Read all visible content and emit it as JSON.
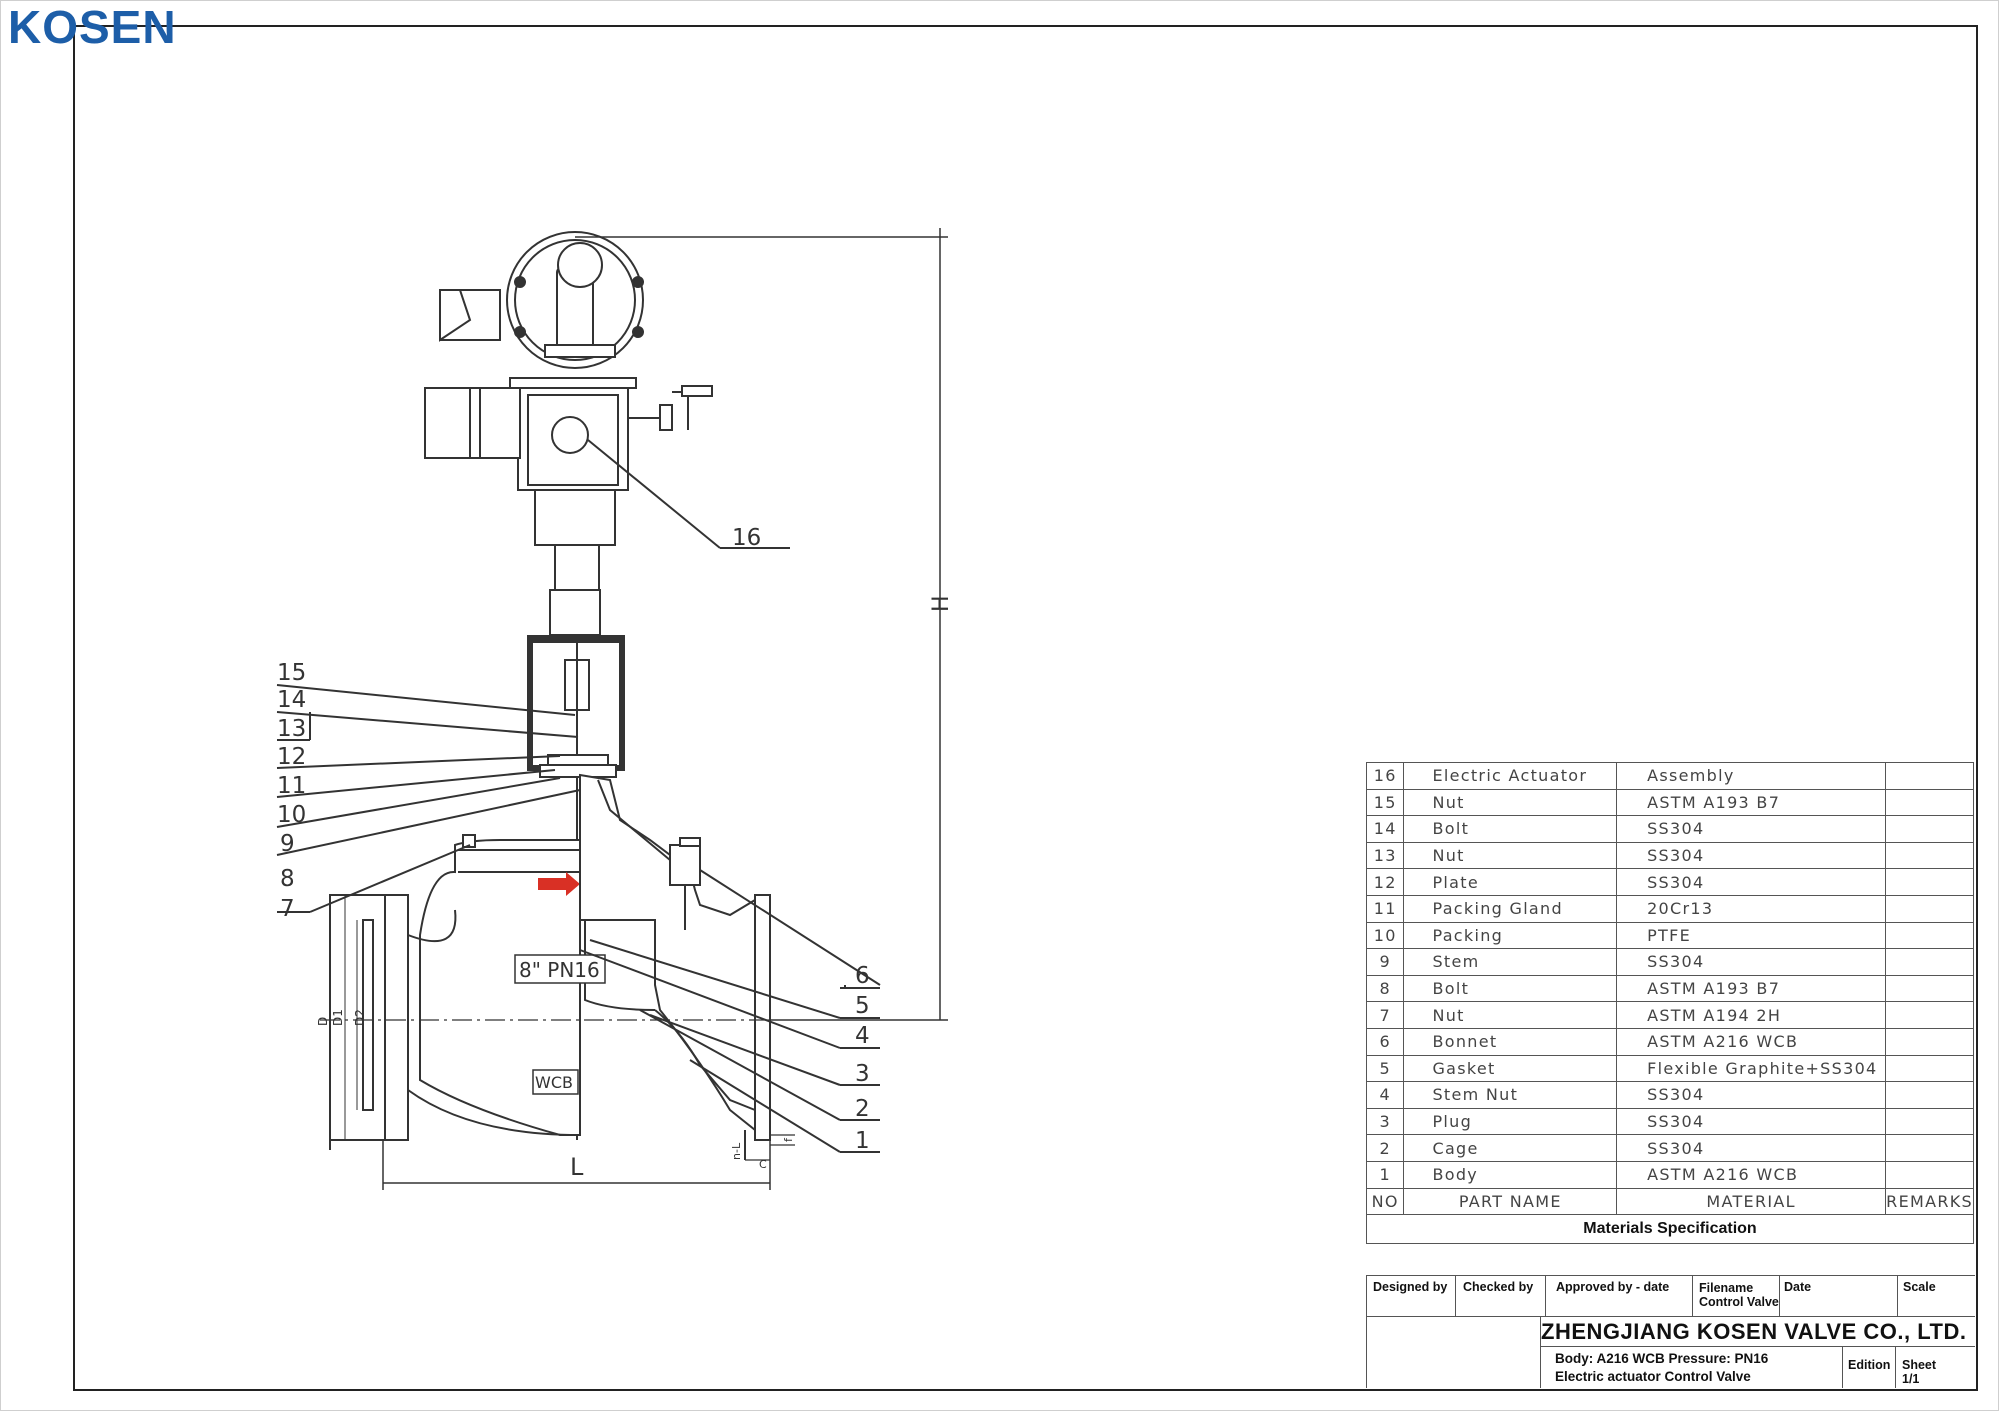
{
  "logo": "KOSEN",
  "drawing": {
    "size_label": "8\" PN16",
    "material_mark": "WCB",
    "dimension_labels": {
      "H": "H",
      "L": "L",
      "D": "D",
      "D1": "D1",
      "D2": "D2",
      "nL": "n-L",
      "C": "C",
      "f": "f"
    },
    "callouts_left": [
      "15",
      "14",
      "13",
      "12",
      "11",
      "10",
      "9",
      "8",
      "7"
    ],
    "callouts_right": [
      "16",
      "6",
      "5",
      "4",
      "3",
      "2",
      "1"
    ],
    "flow_arrow_color": "#d93025"
  },
  "bom": {
    "rows": [
      {
        "no": "16",
        "name": "Electric Actuator",
        "material": "Assembly",
        "remarks": ""
      },
      {
        "no": "15",
        "name": "Nut",
        "material": "ASTM A193 B7",
        "remarks": ""
      },
      {
        "no": "14",
        "name": "Bolt",
        "material": "SS304",
        "remarks": ""
      },
      {
        "no": "13",
        "name": "Nut",
        "material": "SS304",
        "remarks": ""
      },
      {
        "no": "12",
        "name": "Plate",
        "material": "SS304",
        "remarks": ""
      },
      {
        "no": "11",
        "name": "Packing Gland",
        "material": "20Cr13",
        "remarks": ""
      },
      {
        "no": "10",
        "name": "Packing",
        "material": "PTFE",
        "remarks": ""
      },
      {
        "no": "9",
        "name": "Stem",
        "material": "SS304",
        "remarks": ""
      },
      {
        "no": "8",
        "name": "Bolt",
        "material": "ASTM A193 B7",
        "remarks": ""
      },
      {
        "no": "7",
        "name": "Nut",
        "material": "ASTM A194 2H",
        "remarks": ""
      },
      {
        "no": "6",
        "name": "Bonnet",
        "material": "ASTM A216 WCB",
        "remarks": ""
      },
      {
        "no": "5",
        "name": "Gasket",
        "material": "Flexible Graphite+SS304",
        "remarks": ""
      },
      {
        "no": "4",
        "name": "Stem Nut",
        "material": "SS304",
        "remarks": ""
      },
      {
        "no": "3",
        "name": "Plug",
        "material": "SS304",
        "remarks": ""
      },
      {
        "no": "2",
        "name": "Cage",
        "material": "SS304",
        "remarks": ""
      },
      {
        "no": "1",
        "name": "Body",
        "material": "ASTM A216 WCB",
        "remarks": ""
      }
    ],
    "header": {
      "no": "NO",
      "name": "PART NAME",
      "material": "MATERIAL",
      "remarks": "REMARKS"
    },
    "caption": "Materials Specification"
  },
  "title_block": {
    "designed_by": "Designed by",
    "checked_by": "Checked by",
    "approved_by": "Approved by - date",
    "filename_label": "Filename",
    "filename_value": "Control Valve",
    "date": "Date",
    "scale": "Scale",
    "company": "ZHENGJIANG KOSEN VALVE CO., LTD.",
    "desc_line1": "Body: A216 WCB  Pressure: PN16",
    "desc_line2": "Electric actuator Control Valve",
    "edition": "Edition",
    "sheet_label": "Sheet",
    "sheet_value": "1/1"
  }
}
